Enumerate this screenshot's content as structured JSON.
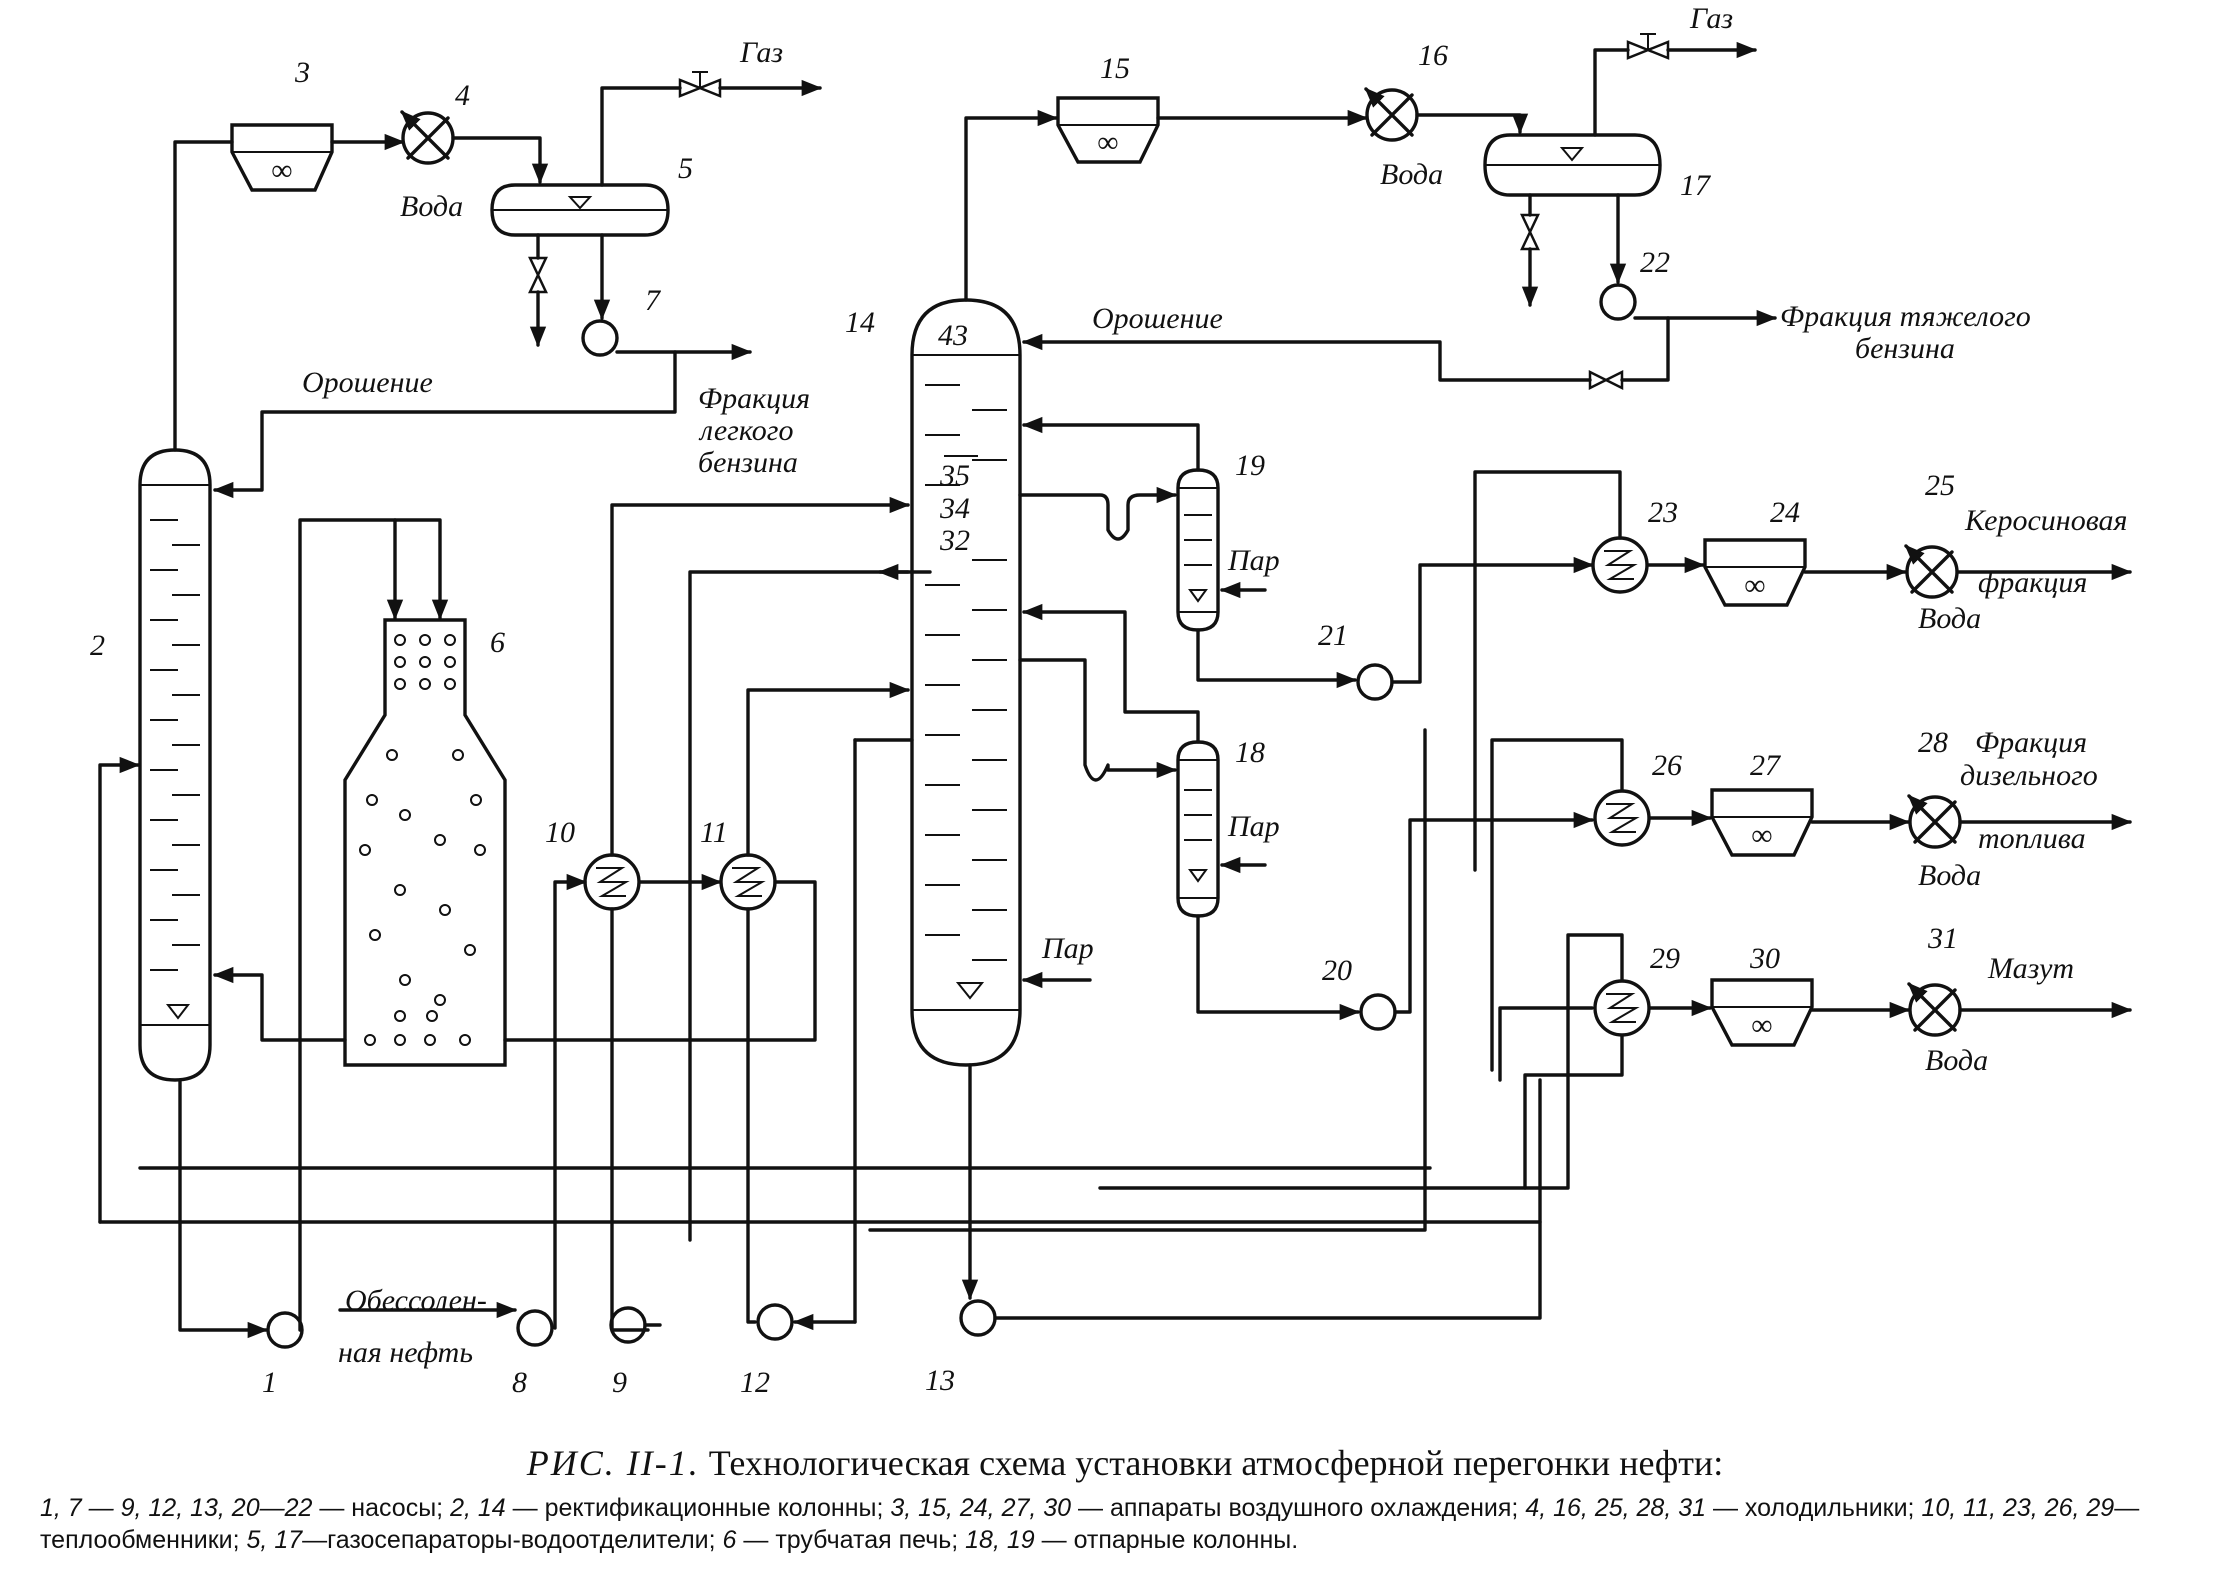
{
  "caption": {
    "figure_label": "РИС. II-1.",
    "title": "Технологическая схема установки атмосферной перегонки нефти:",
    "legend": [
      {
        "nums": "1, 7 — 9, 12, 13, 20—22",
        "text": " — насосы; "
      },
      {
        "nums": "2, 14",
        "text": " — ректификационные колонны; "
      },
      {
        "nums": "3, 15, 24, 27, 30",
        "text": " — аппараты воздушного охлаждения; "
      },
      {
        "nums": "4, 16, 25, 28, 31",
        "text": " — холодильники; "
      },
      {
        "nums": "10, 11, 23, 26, 29",
        "text": "—теплообменники; "
      },
      {
        "nums": "5, 17",
        "text": "—газосепараторы-водоотделители; "
      },
      {
        "nums": "6",
        "text": " — трубчатая печь; "
      },
      {
        "nums": "18, 19",
        "text": " — отпарные колонны."
      }
    ]
  },
  "labels": {
    "gas_left": "Газ",
    "gas_right": "Газ",
    "water_4": "Вода",
    "water_16": "Вода",
    "water_25": "Вода",
    "water_28": "Вода",
    "water_31": "Вода",
    "reflux_left": "Орошение",
    "reflux_right": "Орошение",
    "light_gasoline_1": "Фракция",
    "light_gasoline_2": "легкого",
    "light_gasoline_3": "бензина",
    "heavy_gasoline_1": "Фракция тяжелого",
    "heavy_gasoline_2": "бензина",
    "kerosene_1": "Керосиновая",
    "kerosene_2": "фракция",
    "diesel_1": "Фракция",
    "diesel_2": "дизельного",
    "diesel_3": "топлива",
    "fuel_oil": "Мазут",
    "steam_19": "Пар",
    "steam_18": "Пар",
    "steam_14": "Пар",
    "crude_1": "Обессолен-",
    "crude_2": "ная нефть",
    "tray_43": "43",
    "tray_35": "35",
    "tray_34": "34",
    "tray_32": "32"
  },
  "numbers": {
    "n1": "1",
    "n2": "2",
    "n3": "3",
    "n4": "4",
    "n5": "5",
    "n6": "6",
    "n7": "7",
    "n8": "8",
    "n9": "9",
    "n10": "10",
    "n11": "11",
    "n12": "12",
    "n13": "13",
    "n14": "14",
    "n15": "15",
    "n16": "16",
    "n17": "17",
    "n18": "18",
    "n19": "19",
    "n20": "20",
    "n21": "21",
    "n22": "22",
    "n23": "23",
    "n24": "24",
    "n25": "25",
    "n26": "26",
    "n27": "27",
    "n28": "28",
    "n29": "29",
    "n30": "30",
    "n31": "31"
  }
}
